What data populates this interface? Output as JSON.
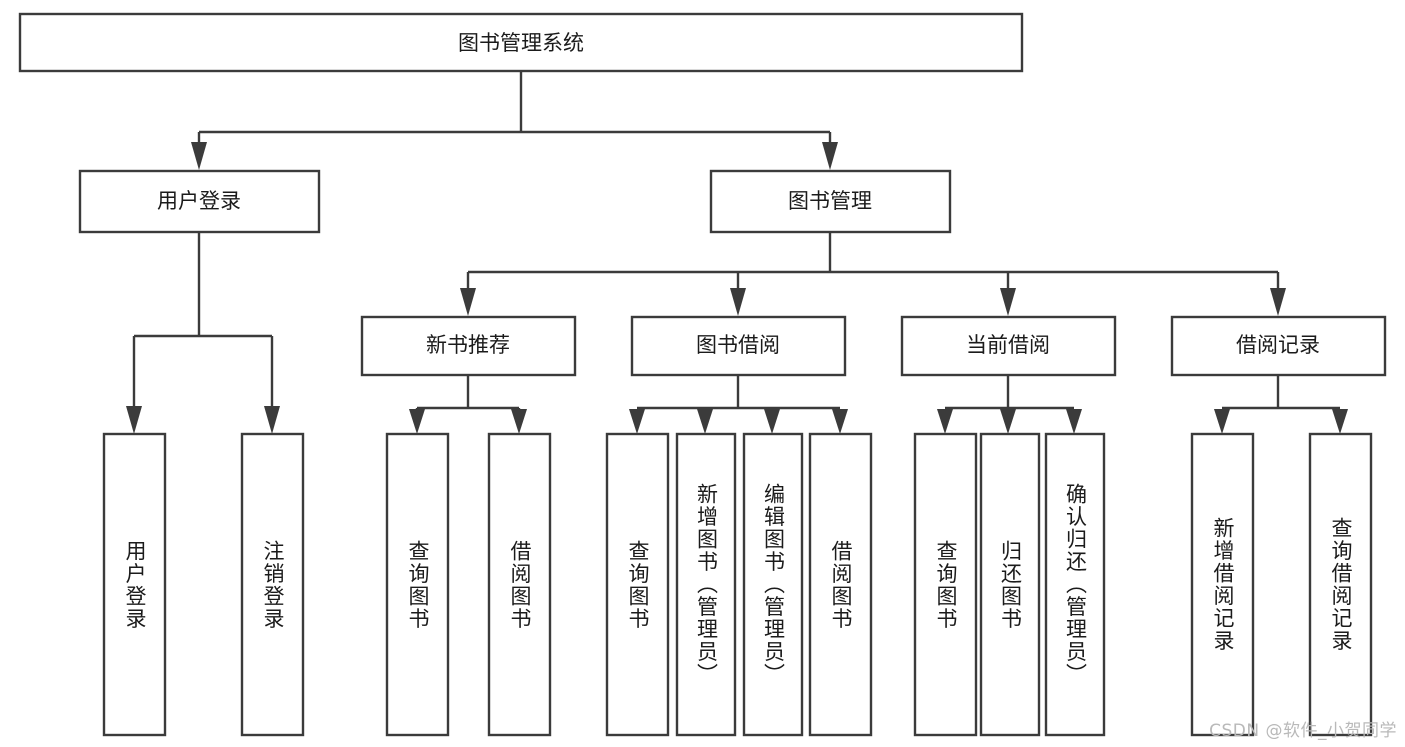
{
  "diagram": {
    "title": "图书管理系统",
    "type": "tree",
    "root": {
      "id": "root",
      "label": "图书管理系统"
    },
    "level2": [
      {
        "id": "user-login",
        "label": "用户登录"
      },
      {
        "id": "book-manage",
        "label": "图书管理"
      }
    ],
    "level3": [
      {
        "id": "new-book-recommend",
        "label": "新书推荐",
        "parent": "book-manage"
      },
      {
        "id": "book-borrow",
        "label": "图书借阅",
        "parent": "book-manage"
      },
      {
        "id": "current-borrow",
        "label": "当前借阅",
        "parent": "book-manage"
      },
      {
        "id": "borrow-record",
        "label": "借阅记录",
        "parent": "book-manage"
      }
    ],
    "leaves": [
      {
        "id": "leaf-user-login",
        "label": "用户登录",
        "parent": "user-login"
      },
      {
        "id": "leaf-user-logout",
        "label": "注销登录",
        "parent": "user-login"
      },
      {
        "id": "leaf-query-book-1",
        "label": "查询图书",
        "parent": "new-book-recommend"
      },
      {
        "id": "leaf-borrow-book-1",
        "label": "借阅图书",
        "parent": "new-book-recommend"
      },
      {
        "id": "leaf-query-book-2",
        "label": "查询图书",
        "parent": "book-borrow"
      },
      {
        "id": "leaf-add-book",
        "label": "新增图书（管理员）",
        "parent": "book-borrow"
      },
      {
        "id": "leaf-edit-book",
        "label": "编辑图书（管理员）",
        "parent": "book-borrow"
      },
      {
        "id": "leaf-borrow-book-2",
        "label": "借阅图书",
        "parent": "book-borrow"
      },
      {
        "id": "leaf-query-book-3",
        "label": "查询图书",
        "parent": "current-borrow"
      },
      {
        "id": "leaf-return-book",
        "label": "归还图书",
        "parent": "current-borrow"
      },
      {
        "id": "leaf-confirm-return",
        "label": "确认归还（管理员）",
        "parent": "current-borrow"
      },
      {
        "id": "leaf-add-record",
        "label": "新增借阅记录",
        "parent": "borrow-record"
      },
      {
        "id": "leaf-query-record",
        "label": "查询借阅记录",
        "parent": "borrow-record"
      }
    ],
    "colors": {
      "stroke": "#3b3b3b",
      "fill": "#ffffff",
      "text": "#1b1b1b",
      "watermark": "#b9b9b9"
    }
  },
  "watermark": {
    "text": "CSDN @软件_小贺同学"
  }
}
